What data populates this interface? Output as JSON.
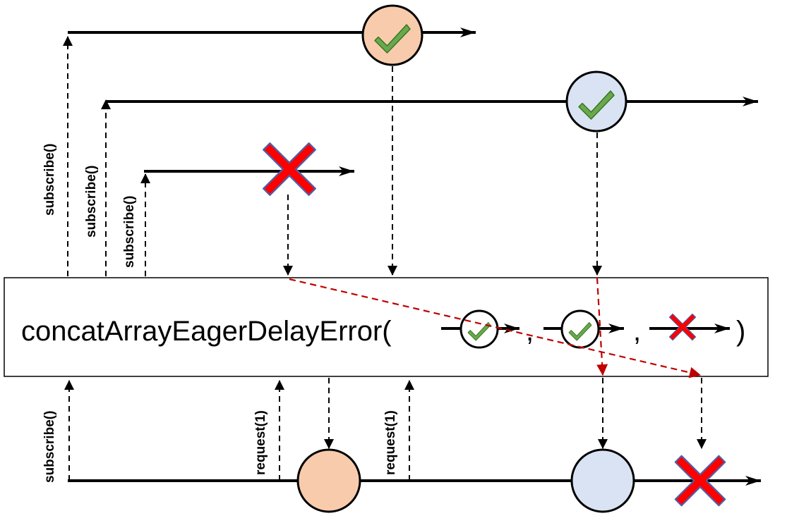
{
  "operator": {
    "name": "concatArrayEagerDelayError(",
    "separator_1": ",",
    "separator_2": ",",
    "closing": ")"
  },
  "labels": {
    "subscribe_1": "subscribe()",
    "subscribe_2": "subscribe()",
    "subscribe_3": "subscribe()",
    "subscribe_output": "subscribe()",
    "request_1": "request(1)",
    "request_2": "request(1)"
  },
  "colors": {
    "orange_fill": "#f8cbad",
    "blue_fill": "#dae3f3",
    "check_green": "#6aa84f",
    "check_stroke": "#38761d",
    "error_red": "#ff0000",
    "error_stroke": "#4f5fa8",
    "dashed_red": "#c00000"
  },
  "icons": {
    "complete": "check-icon",
    "error": "x-icon"
  }
}
